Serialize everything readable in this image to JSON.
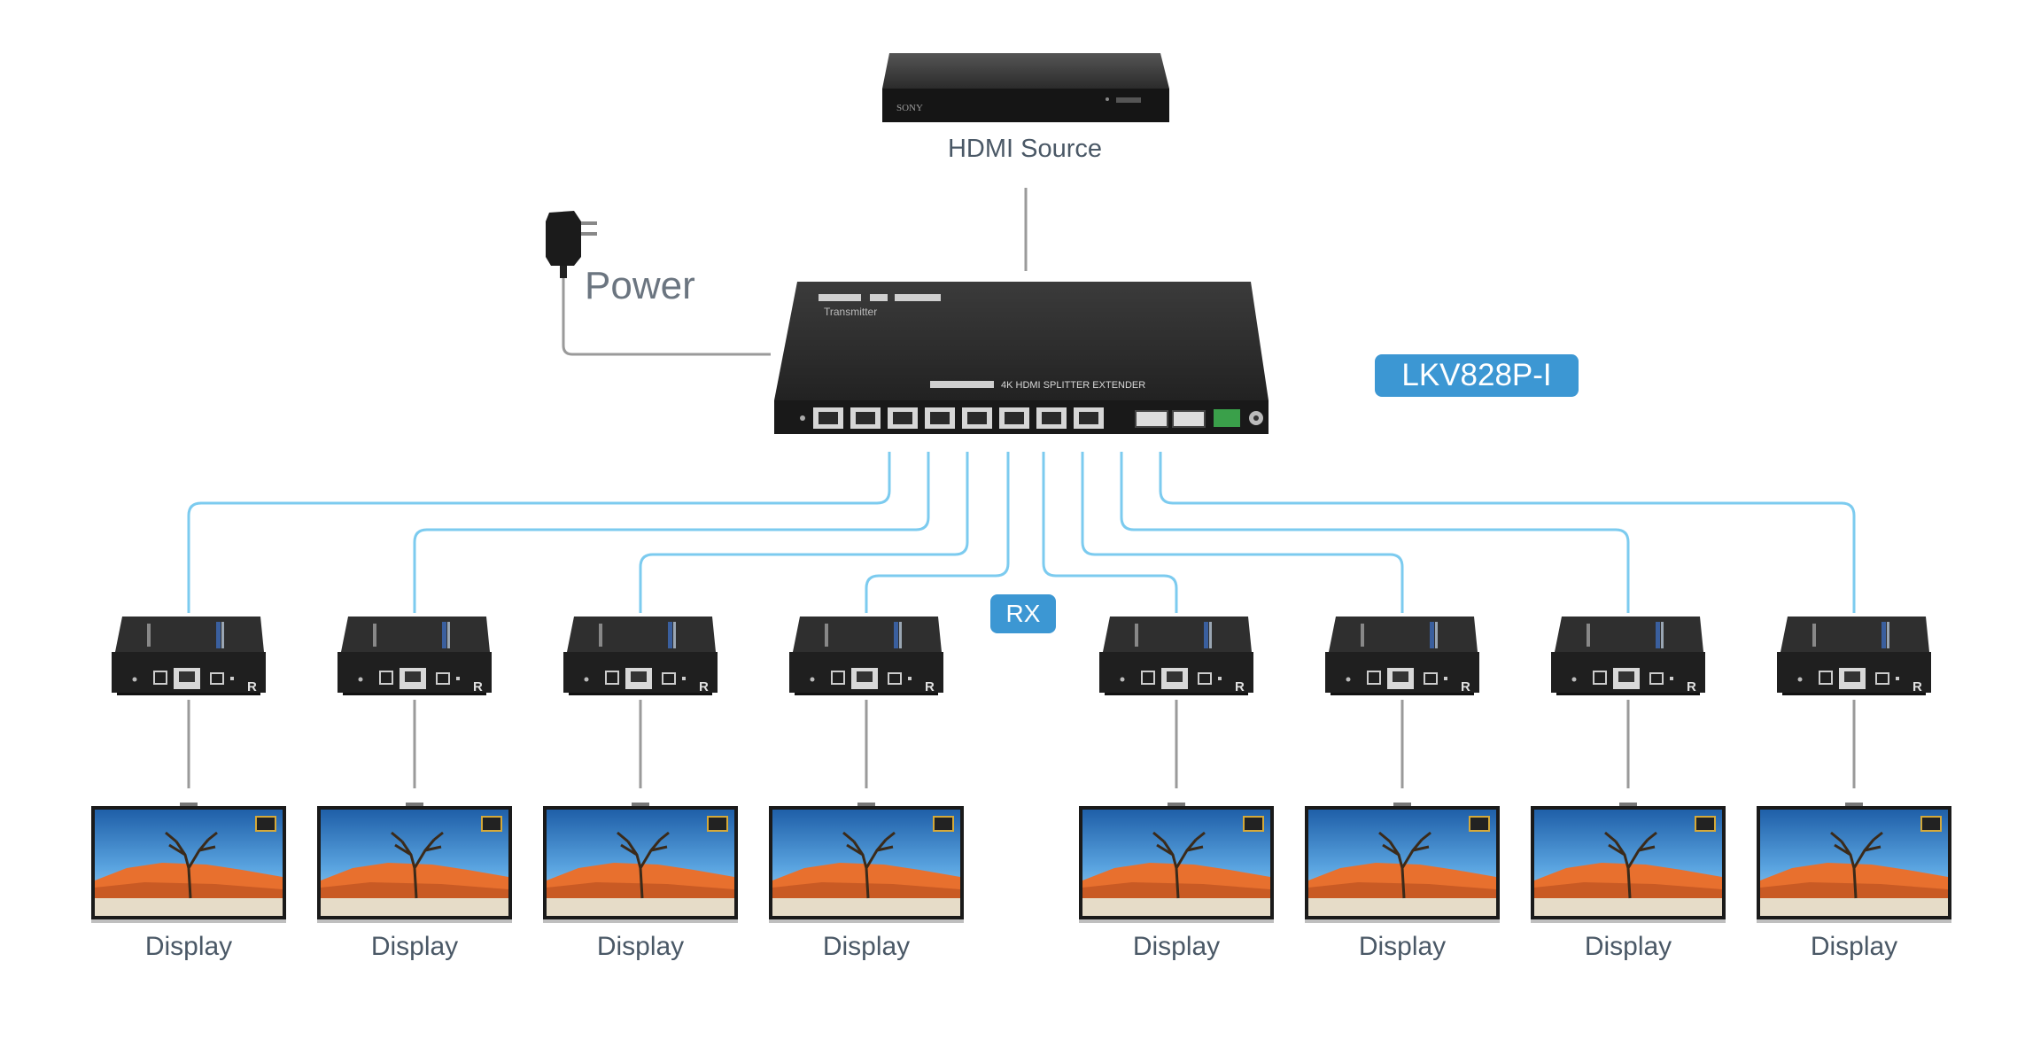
{
  "labels": {
    "source": "HDMI Source",
    "power": "Power",
    "model": "LKV828P-I",
    "rx": "RX"
  },
  "transmitter": {
    "title_text": "4K HDMI SPLITTER EXTENDER",
    "top_text": "Transmitter"
  },
  "bluray": {
    "brand": "SONY"
  },
  "receivers": [
    {
      "badge": "R"
    },
    {
      "badge": "R"
    },
    {
      "badge": "R"
    },
    {
      "badge": "R"
    },
    {
      "badge": "R"
    },
    {
      "badge": "R"
    },
    {
      "badge": "R"
    },
    {
      "badge": "R"
    }
  ],
  "displays": [
    {
      "label": "Display"
    },
    {
      "label": "Display"
    },
    {
      "label": "Display"
    },
    {
      "label": "Display"
    },
    {
      "label": "Display"
    },
    {
      "label": "Display"
    },
    {
      "label": "Display"
    },
    {
      "label": "Display"
    }
  ],
  "colors": {
    "cable_blue": "#7ccbef",
    "line_gray": "#9a9a9a",
    "badge_blue": "#3c97d3",
    "device_dark": "#2c2c2c"
  }
}
